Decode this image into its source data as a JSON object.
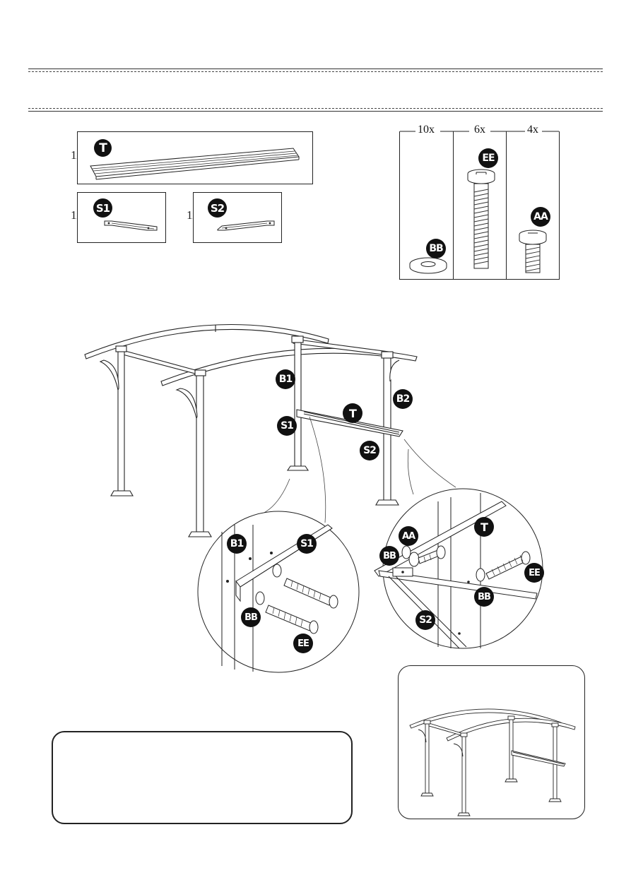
{
  "parts": {
    "T": {
      "label": "T",
      "qty": "1x"
    },
    "S1": {
      "label": "S1",
      "qty": "1x"
    },
    "S2": {
      "label": "S2",
      "qty": "1x"
    }
  },
  "hardware": {
    "BB": {
      "label": "BB",
      "qty": "10x"
    },
    "EE": {
      "label": "EE",
      "qty": "6x"
    },
    "AA": {
      "label": "AA",
      "qty": "4x"
    }
  },
  "main_labels": {
    "b1": "B1",
    "b2": "B2",
    "t": "T",
    "s1": "S1",
    "s2": "S2"
  },
  "detail_left": {
    "b1": "B1",
    "s1": "S1",
    "bb": "BB",
    "ee": "EE"
  },
  "detail_right": {
    "aa": "AA",
    "t": "T",
    "bb_top": "BB",
    "ee": "EE",
    "bb_bottom": "BB",
    "s2": "S2"
  }
}
